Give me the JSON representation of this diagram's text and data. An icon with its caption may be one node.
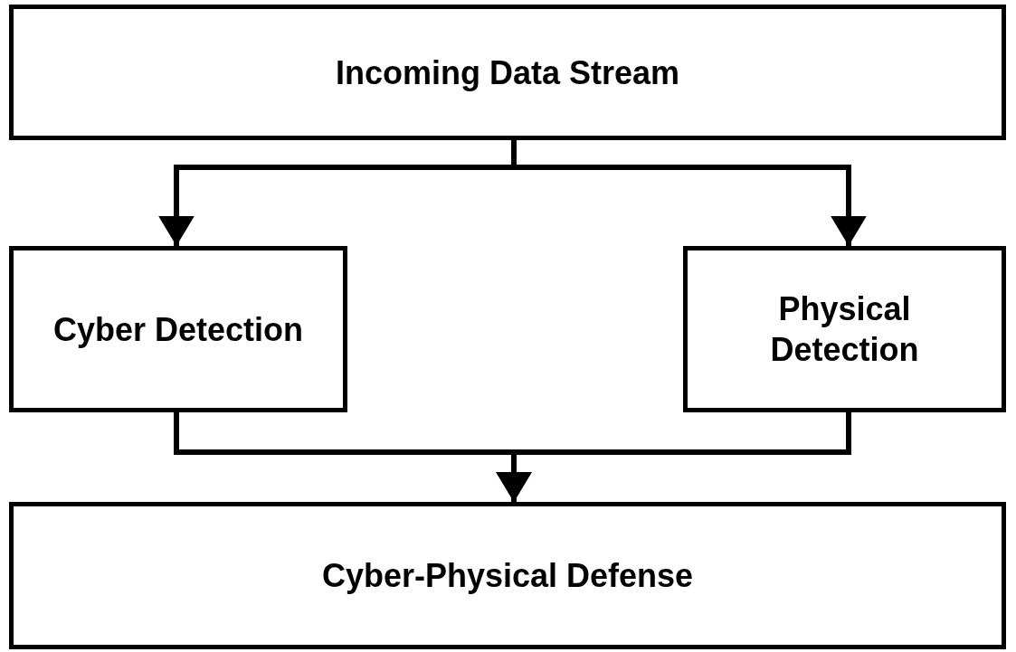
{
  "diagram": {
    "nodes": [
      {
        "text": [
          "Incoming Data Stream"
        ]
      },
      {
        "text": [
          "Cyber Detection"
        ]
      },
      {
        "text": [
          "Physical Detection"
        ]
      },
      {
        "text": [
          "Cyber-Physical Defense"
        ]
      }
    ],
    "edges": [
      {
        "from": 0,
        "to": 1,
        "arrow": "to"
      },
      {
        "from": 0,
        "to": 2,
        "arrow": "to"
      },
      {
        "from": 1,
        "to": 3,
        "arrow": "to"
      },
      {
        "from": 2,
        "to": 3,
        "arrow": "to"
      }
    ]
  }
}
